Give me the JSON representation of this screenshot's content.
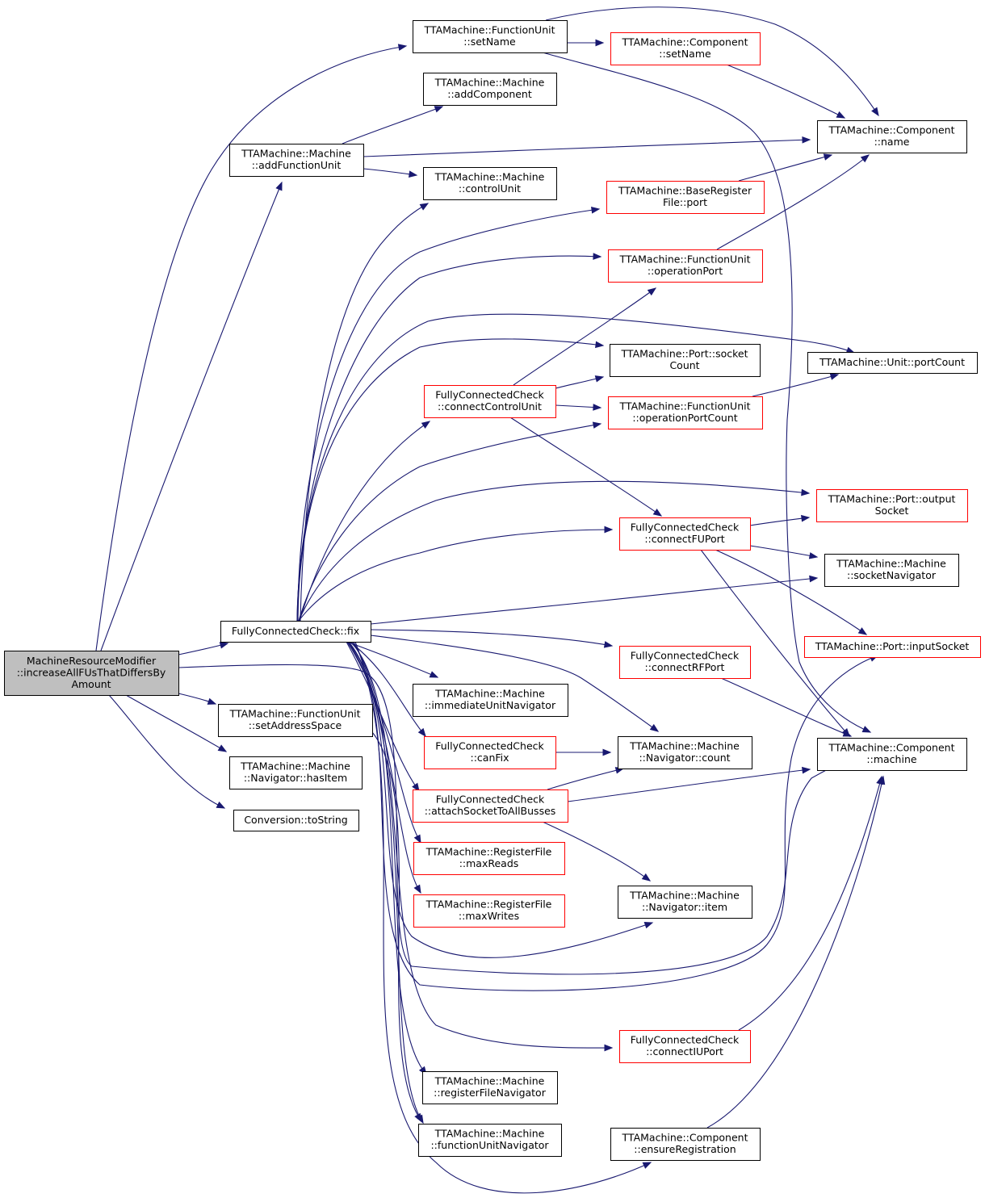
{
  "colors": {
    "edge": "#191970",
    "root_fill": "#bfbfbf",
    "node_fill": "#ffffff",
    "documented_border": "#000000",
    "undocumented_border": "#ff0000"
  },
  "nodes": [
    {
      "id": "root",
      "lines": [
        "MachineResourceModifier",
        "::increaseAllFUsThatDiffersBy",
        "Amount"
      ],
      "style": "root"
    },
    {
      "id": "fu_setName",
      "lines": [
        "TTAMachine::FunctionUnit",
        "::setName"
      ],
      "style": "black"
    },
    {
      "id": "comp_setName",
      "lines": [
        "TTAMachine::Component",
        "::setName"
      ],
      "style": "red"
    },
    {
      "id": "m_addComponent",
      "lines": [
        "TTAMachine::Machine",
        "::addComponent"
      ],
      "style": "black"
    },
    {
      "id": "comp_name",
      "lines": [
        "TTAMachine::Component",
        "::name"
      ],
      "style": "black"
    },
    {
      "id": "m_addFunctionUnit",
      "lines": [
        "TTAMachine::Machine",
        "::addFunctionUnit"
      ],
      "style": "black"
    },
    {
      "id": "m_controlUnit",
      "lines": [
        "TTAMachine::Machine",
        "::controlUnit"
      ],
      "style": "black"
    },
    {
      "id": "brf_port",
      "lines": [
        "TTAMachine::BaseRegister",
        "File::port"
      ],
      "style": "red"
    },
    {
      "id": "fu_operationPort",
      "lines": [
        "TTAMachine::FunctionUnit",
        "::operationPort"
      ],
      "style": "red"
    },
    {
      "id": "port_socketCount",
      "lines": [
        "TTAMachine::Port::socket",
        "Count"
      ],
      "style": "black"
    },
    {
      "id": "unit_portCount",
      "lines": [
        "TTAMachine::Unit::portCount"
      ],
      "style": "black"
    },
    {
      "id": "fcc_connectControlUnit",
      "lines": [
        "FullyConnectedCheck",
        "::connectControlUnit"
      ],
      "style": "red"
    },
    {
      "id": "fu_operationPortCount",
      "lines": [
        "TTAMachine::FunctionUnit",
        "::operationPortCount"
      ],
      "style": "red"
    },
    {
      "id": "port_outputSocket",
      "lines": [
        "TTAMachine::Port::output",
        "Socket"
      ],
      "style": "red"
    },
    {
      "id": "fcc_connectFUPort",
      "lines": [
        "FullyConnectedCheck",
        "::connectFUPort"
      ],
      "style": "red"
    },
    {
      "id": "m_socketNavigator",
      "lines": [
        "TTAMachine::Machine",
        "::socketNavigator"
      ],
      "style": "black"
    },
    {
      "id": "fcc_fix",
      "lines": [
        "FullyConnectedCheck::fix"
      ],
      "style": "black"
    },
    {
      "id": "port_inputSocket",
      "lines": [
        "TTAMachine::Port::inputSocket"
      ],
      "style": "red"
    },
    {
      "id": "fcc_connectRFPort",
      "lines": [
        "FullyConnectedCheck",
        "::connectRFPort"
      ],
      "style": "red"
    },
    {
      "id": "m_immediateUnitNavigator",
      "lines": [
        "TTAMachine::Machine",
        "::immediateUnitNavigator"
      ],
      "style": "black"
    },
    {
      "id": "fu_setAddressSpace",
      "lines": [
        "TTAMachine::FunctionUnit",
        "::setAddressSpace"
      ],
      "style": "black"
    },
    {
      "id": "fcc_canFix",
      "lines": [
        "FullyConnectedCheck",
        "::canFix"
      ],
      "style": "red"
    },
    {
      "id": "nav_count",
      "lines": [
        "TTAMachine::Machine",
        "::Navigator::count"
      ],
      "style": "black"
    },
    {
      "id": "comp_machine",
      "lines": [
        "TTAMachine::Component",
        "::machine"
      ],
      "style": "black"
    },
    {
      "id": "nav_hasItem",
      "lines": [
        "TTAMachine::Machine",
        "::Navigator::hasItem"
      ],
      "style": "black"
    },
    {
      "id": "fcc_attachSocket",
      "lines": [
        "FullyConnectedCheck",
        "::attachSocketToAllBusses"
      ],
      "style": "red"
    },
    {
      "id": "conv_toString",
      "lines": [
        "Conversion::toString"
      ],
      "style": "black"
    },
    {
      "id": "rf_maxReads",
      "lines": [
        "TTAMachine::RegisterFile",
        "::maxReads"
      ],
      "style": "red"
    },
    {
      "id": "nav_item",
      "lines": [
        "TTAMachine::Machine",
        "::Navigator::item"
      ],
      "style": "black"
    },
    {
      "id": "rf_maxWrites",
      "lines": [
        "TTAMachine::RegisterFile",
        "::maxWrites"
      ],
      "style": "red"
    },
    {
      "id": "fcc_connectIUPort",
      "lines": [
        "FullyConnectedCheck",
        "::connectIUPort"
      ],
      "style": "red"
    },
    {
      "id": "m_registerFileNavigator",
      "lines": [
        "TTAMachine::Machine",
        "::registerFileNavigator"
      ],
      "style": "black"
    },
    {
      "id": "m_functionUnitNavigator",
      "lines": [
        "TTAMachine::Machine",
        "::functionUnitNavigator"
      ],
      "style": "black"
    },
    {
      "id": "comp_ensureRegistration",
      "lines": [
        "TTAMachine::Component",
        "::ensureRegistration"
      ],
      "style": "black"
    }
  ],
  "edges": [
    {
      "from": "root",
      "to": "fu_setName"
    },
    {
      "from": "root",
      "to": "m_addFunctionUnit"
    },
    {
      "from": "root",
      "to": "fcc_fix"
    },
    {
      "from": "root",
      "to": "comp_machine"
    },
    {
      "from": "root",
      "to": "fu_setAddressSpace"
    },
    {
      "from": "root",
      "to": "nav_hasItem"
    },
    {
      "from": "root",
      "to": "conv_toString"
    },
    {
      "from": "fu_setName",
      "to": "comp_setName"
    },
    {
      "from": "fu_setName",
      "to": "comp_name"
    },
    {
      "from": "fu_setName",
      "to": "comp_machine"
    },
    {
      "from": "comp_setName",
      "to": "comp_name"
    },
    {
      "from": "m_addFunctionUnit",
      "to": "m_addComponent"
    },
    {
      "from": "m_addFunctionUnit",
      "to": "comp_name"
    },
    {
      "from": "m_addFunctionUnit",
      "to": "m_controlUnit"
    },
    {
      "from": "brf_port",
      "to": "comp_name"
    },
    {
      "from": "fu_operationPort",
      "to": "comp_name"
    },
    {
      "from": "fcc_connectControlUnit",
      "to": "fu_operationPort"
    },
    {
      "from": "fcc_connectControlUnit",
      "to": "port_socketCount"
    },
    {
      "from": "fcc_connectControlUnit",
      "to": "fu_operationPortCount"
    },
    {
      "from": "fcc_connectControlUnit",
      "to": "fcc_connectFUPort"
    },
    {
      "from": "fu_operationPortCount",
      "to": "unit_portCount"
    },
    {
      "from": "fcc_connectFUPort",
      "to": "port_outputSocket"
    },
    {
      "from": "fcc_connectFUPort",
      "to": "m_socketNavigator"
    },
    {
      "from": "fcc_connectFUPort",
      "to": "port_inputSocket"
    },
    {
      "from": "fcc_connectFUPort",
      "to": "comp_machine"
    },
    {
      "from": "fcc_fix",
      "to": "m_controlUnit"
    },
    {
      "from": "fcc_fix",
      "to": "brf_port"
    },
    {
      "from": "fcc_fix",
      "to": "fu_operationPort"
    },
    {
      "from": "fcc_fix",
      "to": "unit_portCount"
    },
    {
      "from": "fcc_fix",
      "to": "port_socketCount"
    },
    {
      "from": "fcc_fix",
      "to": "fcc_connectControlUnit"
    },
    {
      "from": "fcc_fix",
      "to": "fu_operationPortCount"
    },
    {
      "from": "fcc_fix",
      "to": "port_outputSocket"
    },
    {
      "from": "fcc_fix",
      "to": "fcc_connectFUPort"
    },
    {
      "from": "fcc_fix",
      "to": "m_socketNavigator"
    },
    {
      "from": "fcc_fix",
      "to": "fcc_connectRFPort"
    },
    {
      "from": "fcc_fix",
      "to": "m_immediateUnitNavigator"
    },
    {
      "from": "fcc_fix",
      "to": "nav_count"
    },
    {
      "from": "fcc_fix",
      "to": "fcc_canFix"
    },
    {
      "from": "fcc_fix",
      "to": "fcc_attachSocket"
    },
    {
      "from": "fcc_fix",
      "to": "rf_maxReads"
    },
    {
      "from": "fcc_fix",
      "to": "rf_maxWrites"
    },
    {
      "from": "fcc_fix",
      "to": "nav_item"
    },
    {
      "from": "fcc_fix",
      "to": "port_inputSocket"
    },
    {
      "from": "fcc_fix",
      "to": "fcc_connectIUPort"
    },
    {
      "from": "fcc_fix",
      "to": "m_registerFileNavigator"
    },
    {
      "from": "fcc_fix",
      "to": "m_functionUnitNavigator"
    },
    {
      "from": "fcc_fix",
      "to": "comp_ensureRegistration"
    },
    {
      "from": "fcc_connectRFPort",
      "to": "comp_machine"
    },
    {
      "from": "fcc_canFix",
      "to": "nav_count"
    },
    {
      "from": "fcc_attachSocket",
      "to": "nav_count"
    },
    {
      "from": "fcc_attachSocket",
      "to": "comp_machine"
    },
    {
      "from": "fcc_attachSocket",
      "to": "nav_item"
    },
    {
      "from": "fu_setAddressSpace",
      "to": "m_functionUnitNavigator"
    },
    {
      "from": "fcc_connectIUPort",
      "to": "comp_machine"
    },
    {
      "from": "comp_ensureRegistration",
      "to": "comp_machine"
    }
  ]
}
